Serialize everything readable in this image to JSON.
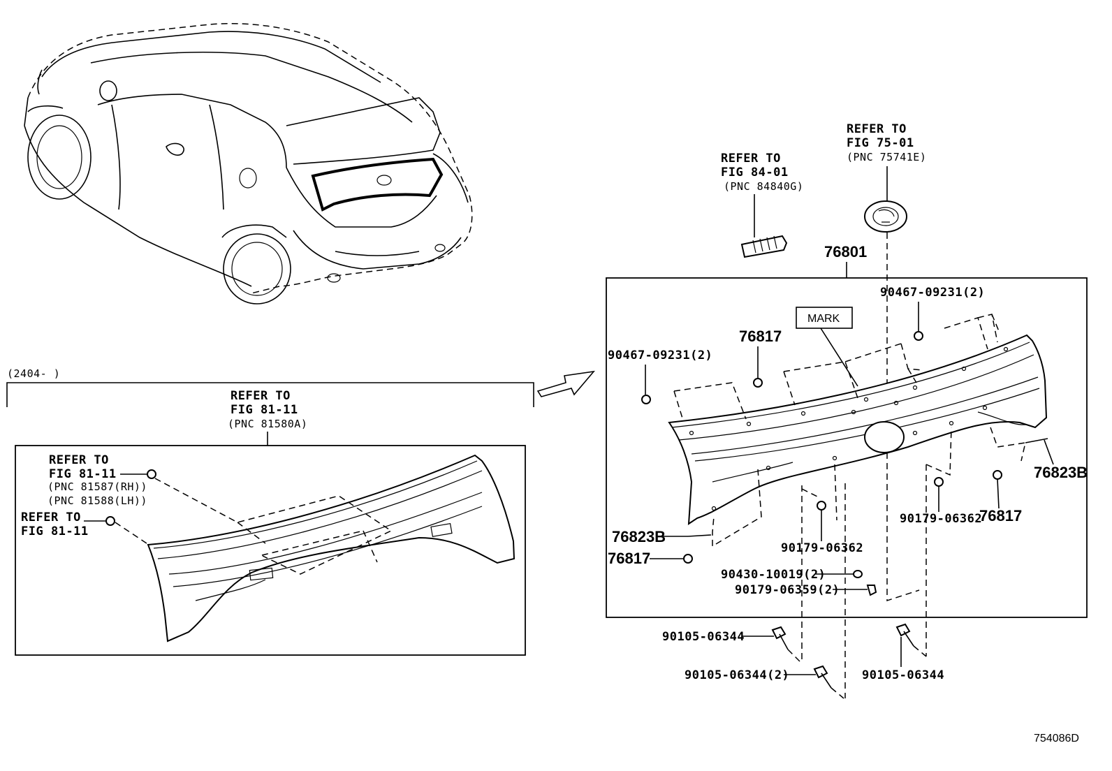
{
  "diagram": {
    "drawing_number": "754086D",
    "date_range": "(2404-      )",
    "mark_label": "MARK",
    "left_panel": {
      "refer_top": [
        "REFER TO",
        "FIG 81-11",
        "(PNC 81580A)"
      ],
      "refer_clip_rh_lh": [
        "REFER TO",
        "FIG 81-11",
        "(PNC 81587(RH))",
        "(PNC 81588(LH))"
      ],
      "refer_clip": [
        "REFER TO",
        "FIG 81-11"
      ]
    },
    "refer_lamp": [
      "REFER TO",
      "FIG 84-01",
      "(PNC 84840G)"
    ],
    "refer_emblem": [
      "REFER TO",
      "FIG 75-01",
      "(PNC 75741E)"
    ],
    "parts": {
      "garnish": "76801",
      "clip_top_right": "90467-09231(2)",
      "clip_left": "90467-09231(2)",
      "grommet_upper": "76817",
      "grommet_right": "76817",
      "grommet_left": "76817",
      "spacer_right": "76823B",
      "spacer_left": "76823B",
      "nut_center": "90179-06362",
      "nut_right": "90179-06362",
      "washer": "90430-10019(2)",
      "nut_small": "90179-06359(2)",
      "bolt_left": "90105-06344",
      "bolt_center": "90105-06344(2)",
      "bolt_right": "90105-06344"
    }
  }
}
